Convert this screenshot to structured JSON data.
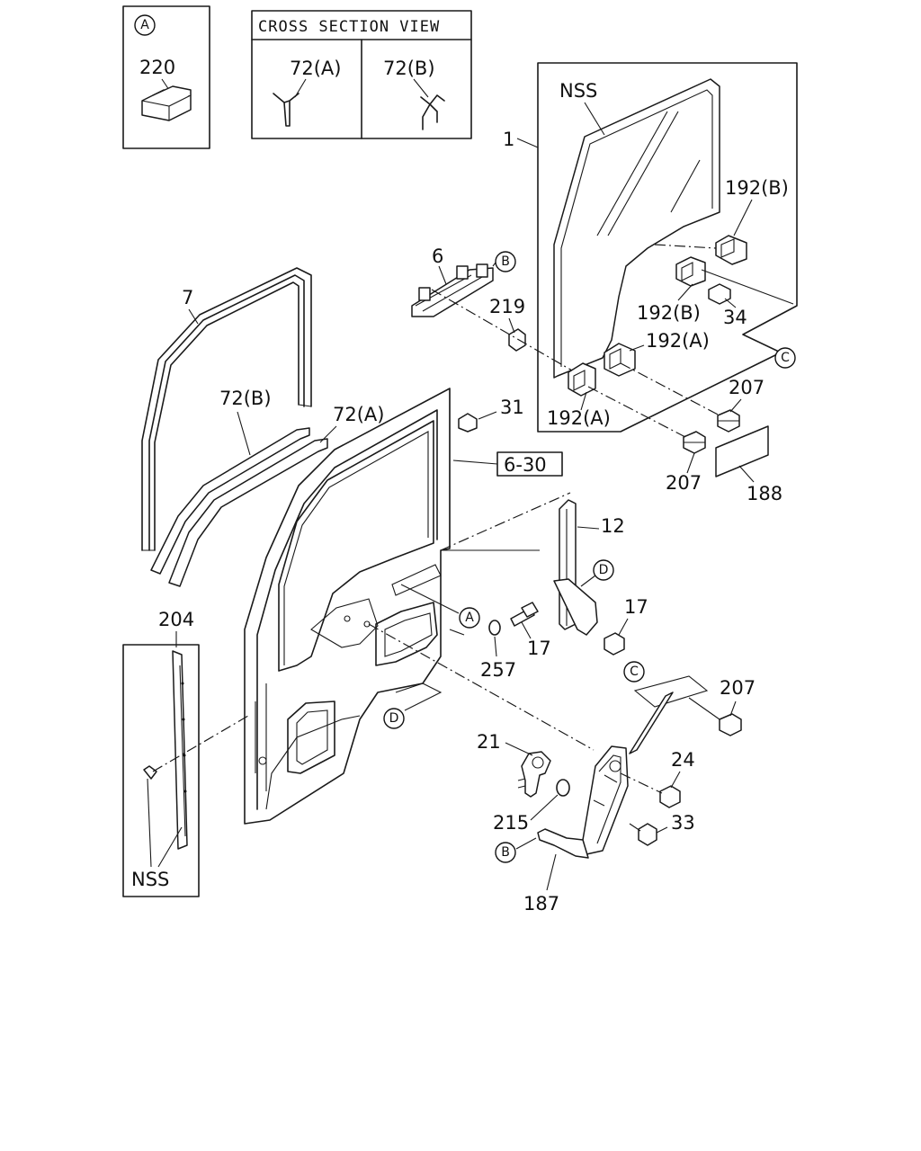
{
  "inset_a": {
    "ref": "A",
    "part": "220"
  },
  "cross_section": {
    "title": "CROSS SECTION VIEW",
    "left": "72(A)",
    "right": "72(B)"
  },
  "labels": {
    "p1": "1",
    "nss_glass": "NSS",
    "p192b_top": "192(B)",
    "p192b_mid": "192(B)",
    "p192a_right": "192(A)",
    "p192a_left": "192(A)",
    "p34": "34",
    "p6": "6",
    "p219": "219",
    "p7": "7",
    "p72b": "72(B)",
    "p72a": "72(A)",
    "p31": "31",
    "p630": "6-30",
    "p207_a": "207",
    "p207_b": "207",
    "p207_c": "207",
    "p188": "188",
    "p12": "12",
    "p17_a": "17",
    "p17_b": "17",
    "p257": "257",
    "p204": "204",
    "nss_panel": "NSS",
    "p21": "21",
    "p24": "24",
    "p215": "215",
    "p33": "33",
    "p187": "187"
  },
  "refs": {
    "b_top": "B",
    "c_right": "C",
    "a_door": "A",
    "d_reg": "D",
    "d_door": "D",
    "c_lower": "C",
    "b_lower": "B"
  }
}
